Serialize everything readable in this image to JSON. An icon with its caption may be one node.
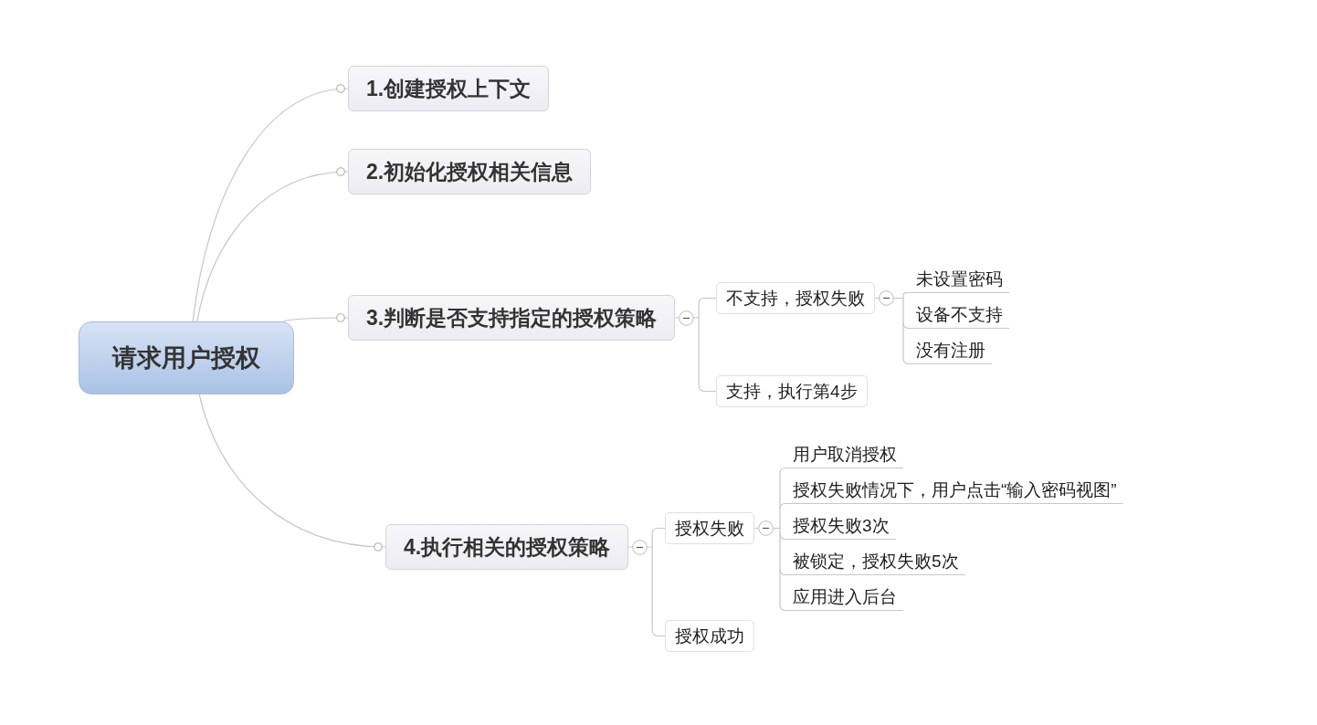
{
  "diagram": {
    "nodes": [
      {
        "text": [
          "请求用户授权"
        ]
      },
      {
        "text": [
          "1.创建授权上下文"
        ]
      },
      {
        "text": [
          "2.初始化授权相关信息"
        ]
      },
      {
        "text": [
          "3.判断是否支持指定的授权策略"
        ]
      },
      {
        "text": [
          "4.执行相关的授权策略"
        ]
      },
      {
        "text": [
          "不支持，授权失败"
        ]
      },
      {
        "text": [
          "支持，执行第4步"
        ]
      },
      {
        "text": [
          "未设置密码"
        ]
      },
      {
        "text": [
          "设备不支持"
        ]
      },
      {
        "text": [
          "没有注册"
        ]
      },
      {
        "text": [
          "授权失败"
        ]
      },
      {
        "text": [
          "授权成功"
        ]
      },
      {
        "text": [
          "用户取消授权"
        ]
      },
      {
        "text": [
          "授权失败情况下，用户点击“输入密码视图”"
        ]
      },
      {
        "text": [
          "授权失败3次"
        ]
      },
      {
        "text": [
          "被锁定，授权失败5次"
        ]
      },
      {
        "text": [
          "应用进入后台"
        ]
      }
    ],
    "edges": [
      {
        "from": 0,
        "to": 1,
        "arrow": "other"
      },
      {
        "from": 0,
        "to": 2,
        "arrow": "other"
      },
      {
        "from": 0,
        "to": 3,
        "arrow": "other"
      },
      {
        "from": 0,
        "to": 4,
        "arrow": "other"
      },
      {
        "from": 3,
        "to": 5,
        "arrow": "none"
      },
      {
        "from": 3,
        "to": 6,
        "arrow": "none"
      },
      {
        "from": 5,
        "to": 7,
        "arrow": "none"
      },
      {
        "from": 5,
        "to": 8,
        "arrow": "none"
      },
      {
        "from": 5,
        "to": 9,
        "arrow": "none"
      },
      {
        "from": 4,
        "to": 10,
        "arrow": "none"
      },
      {
        "from": 4,
        "to": 11,
        "arrow": "none"
      },
      {
        "from": 10,
        "to": 12,
        "arrow": "none"
      },
      {
        "from": 10,
        "to": 13,
        "arrow": "none"
      },
      {
        "from": 10,
        "to": 14,
        "arrow": "none"
      },
      {
        "from": 10,
        "to": 15,
        "arrow": "none"
      },
      {
        "from": 10,
        "to": 16,
        "arrow": "none"
      }
    ]
  }
}
